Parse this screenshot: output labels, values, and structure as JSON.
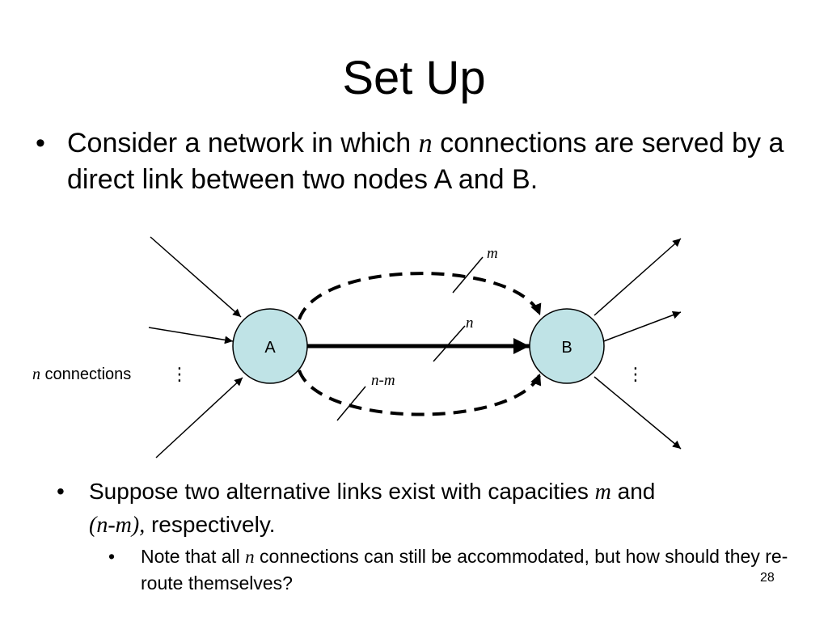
{
  "slide": {
    "title": "Set Up",
    "page_number": "28"
  },
  "bullet1": {
    "marker": "•",
    "part1": "Consider a network in which ",
    "var_n": "n",
    "part2": " connections are served by a direct link between two nodes A and B."
  },
  "diagram": {
    "node_a_label": "A",
    "node_b_label": "B",
    "label_m": "m",
    "label_n": "n",
    "label_nm": "n-m",
    "left_n": "n",
    "left_connections": " connections",
    "ellipsis": "⋮",
    "colors": {
      "node_fill": "#bfe3e6",
      "stroke": "#000000"
    }
  },
  "bullet2": {
    "marker": "•",
    "part1": "Suppose two alternative links exist with capacities ",
    "var_m": "m",
    "part2": " and ",
    "var_nm": "(n-m),",
    "part3": " respectively."
  },
  "bullet3": {
    "marker": "•",
    "part1": "Note that all ",
    "var_n": "n",
    "part2": " connections can still be accommodated, but how should they re-route themselves?"
  }
}
